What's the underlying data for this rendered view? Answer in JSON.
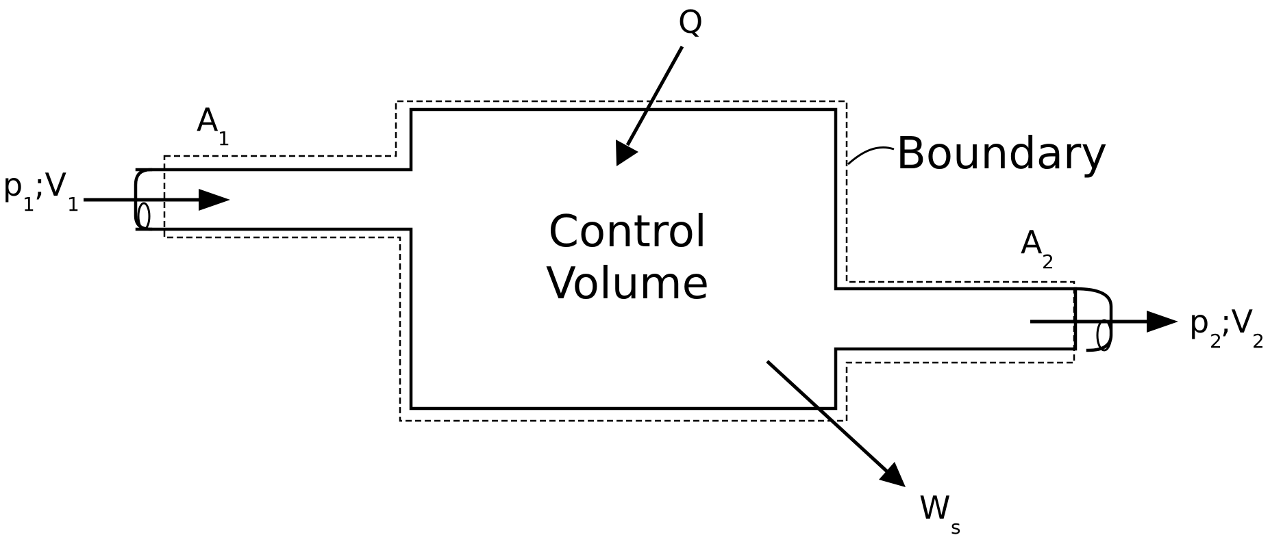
{
  "labels": {
    "heat": "Q",
    "boundary": "Boundary",
    "control_volume_line1": "Control",
    "control_volume_line2": "Volume",
    "inlet_area": "A",
    "inlet_area_sub": "1",
    "outlet_area": "A",
    "outlet_area_sub": "2",
    "inlet_p": "p",
    "inlet_p_sub": "1",
    "inlet_sep": ";V",
    "inlet_v_sub": "1",
    "outlet_p": "p",
    "outlet_p_sub": "2",
    "outlet_sep": ";V",
    "outlet_v_sub": "2",
    "shaft_work": "W",
    "shaft_work_sub": "s"
  }
}
